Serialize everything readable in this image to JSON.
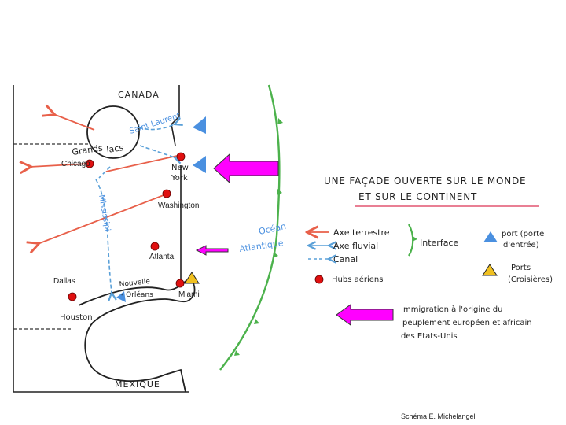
{
  "map": {
    "north_label": "CANADA",
    "south_label": "MEXIQUE",
    "lakes_label": [
      "Grands",
      "lacs"
    ],
    "saint_laurent_label": "Saint Laurent",
    "mississippi_label": "Mississipi",
    "ocean_label": [
      "Océan",
      "Atlantique"
    ],
    "new_york_label": [
      "New",
      "York"
    ],
    "new_orleans_label": [
      "Nouvelle",
      "- Orléans"
    ],
    "houston_label": "Houston",
    "cities": {
      "chicago": "Chicago",
      "washington": "Washington",
      "atlanta": "Atlanta",
      "dallas": "Dallas",
      "miami": "Miami"
    }
  },
  "title": {
    "line1": "UNE FAÇADE OUVERTE SUR LE MONDE",
    "line2": "ET SUR LE CONTINENT"
  },
  "legend": {
    "axe_terrestre": "Axe terrestre",
    "axe_fluvial": "Axe fluvial",
    "canal": "Canal",
    "interface": "Interface",
    "port": [
      "port (porte",
      "d'entrée)"
    ],
    "ports_croisieres": [
      "Ports",
      "(Croisières)"
    ],
    "hubs": "Hubs aériens",
    "immigration": [
      "Immigration à l'origine du",
      "peuplement européen et africain",
      "des Etats-Unis"
    ]
  },
  "credit": "Schéma E. Michelangeli",
  "colors": {
    "land_route": "#e8604a",
    "waterway": "#5aa0d8",
    "interface": "#4cb24c",
    "hub": "#e01010",
    "port": "#4a90e0",
    "cruise_port": "#f0c020",
    "immigration_arrow": "#ff00ff",
    "title_underline": "#e25570"
  }
}
